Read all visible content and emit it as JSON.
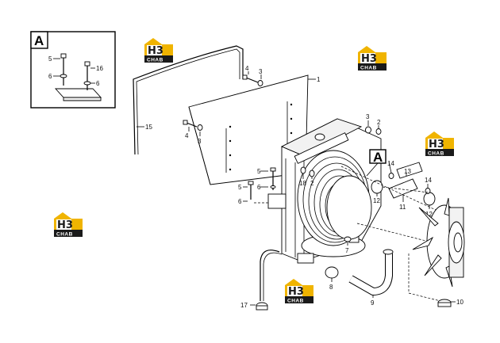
{
  "callouts": {
    "c1": "1",
    "c2a": "2",
    "c2b": "2",
    "c3a": "3",
    "c3b": "3",
    "c3c": "3",
    "c4a": "4",
    "c4b": "4",
    "c5a": "5",
    "c5b": "5",
    "c5c": "5",
    "c6a": "6",
    "c6b": "6",
    "c6c": "6",
    "c6d": "6",
    "c7": "7",
    "c8": "8",
    "c9": "9",
    "c10": "10",
    "c11": "11",
    "c12a": "12",
    "c12b": "12",
    "c13": "13",
    "c14a": "14",
    "c14b": "14",
    "c15": "15",
    "c16": "16",
    "c17": "17",
    "c18": "18"
  },
  "detail_view": {
    "label": "A"
  },
  "view_marker": {
    "label": "A"
  },
  "watermark": {
    "mark": "H3",
    "text": "CHAB"
  }
}
